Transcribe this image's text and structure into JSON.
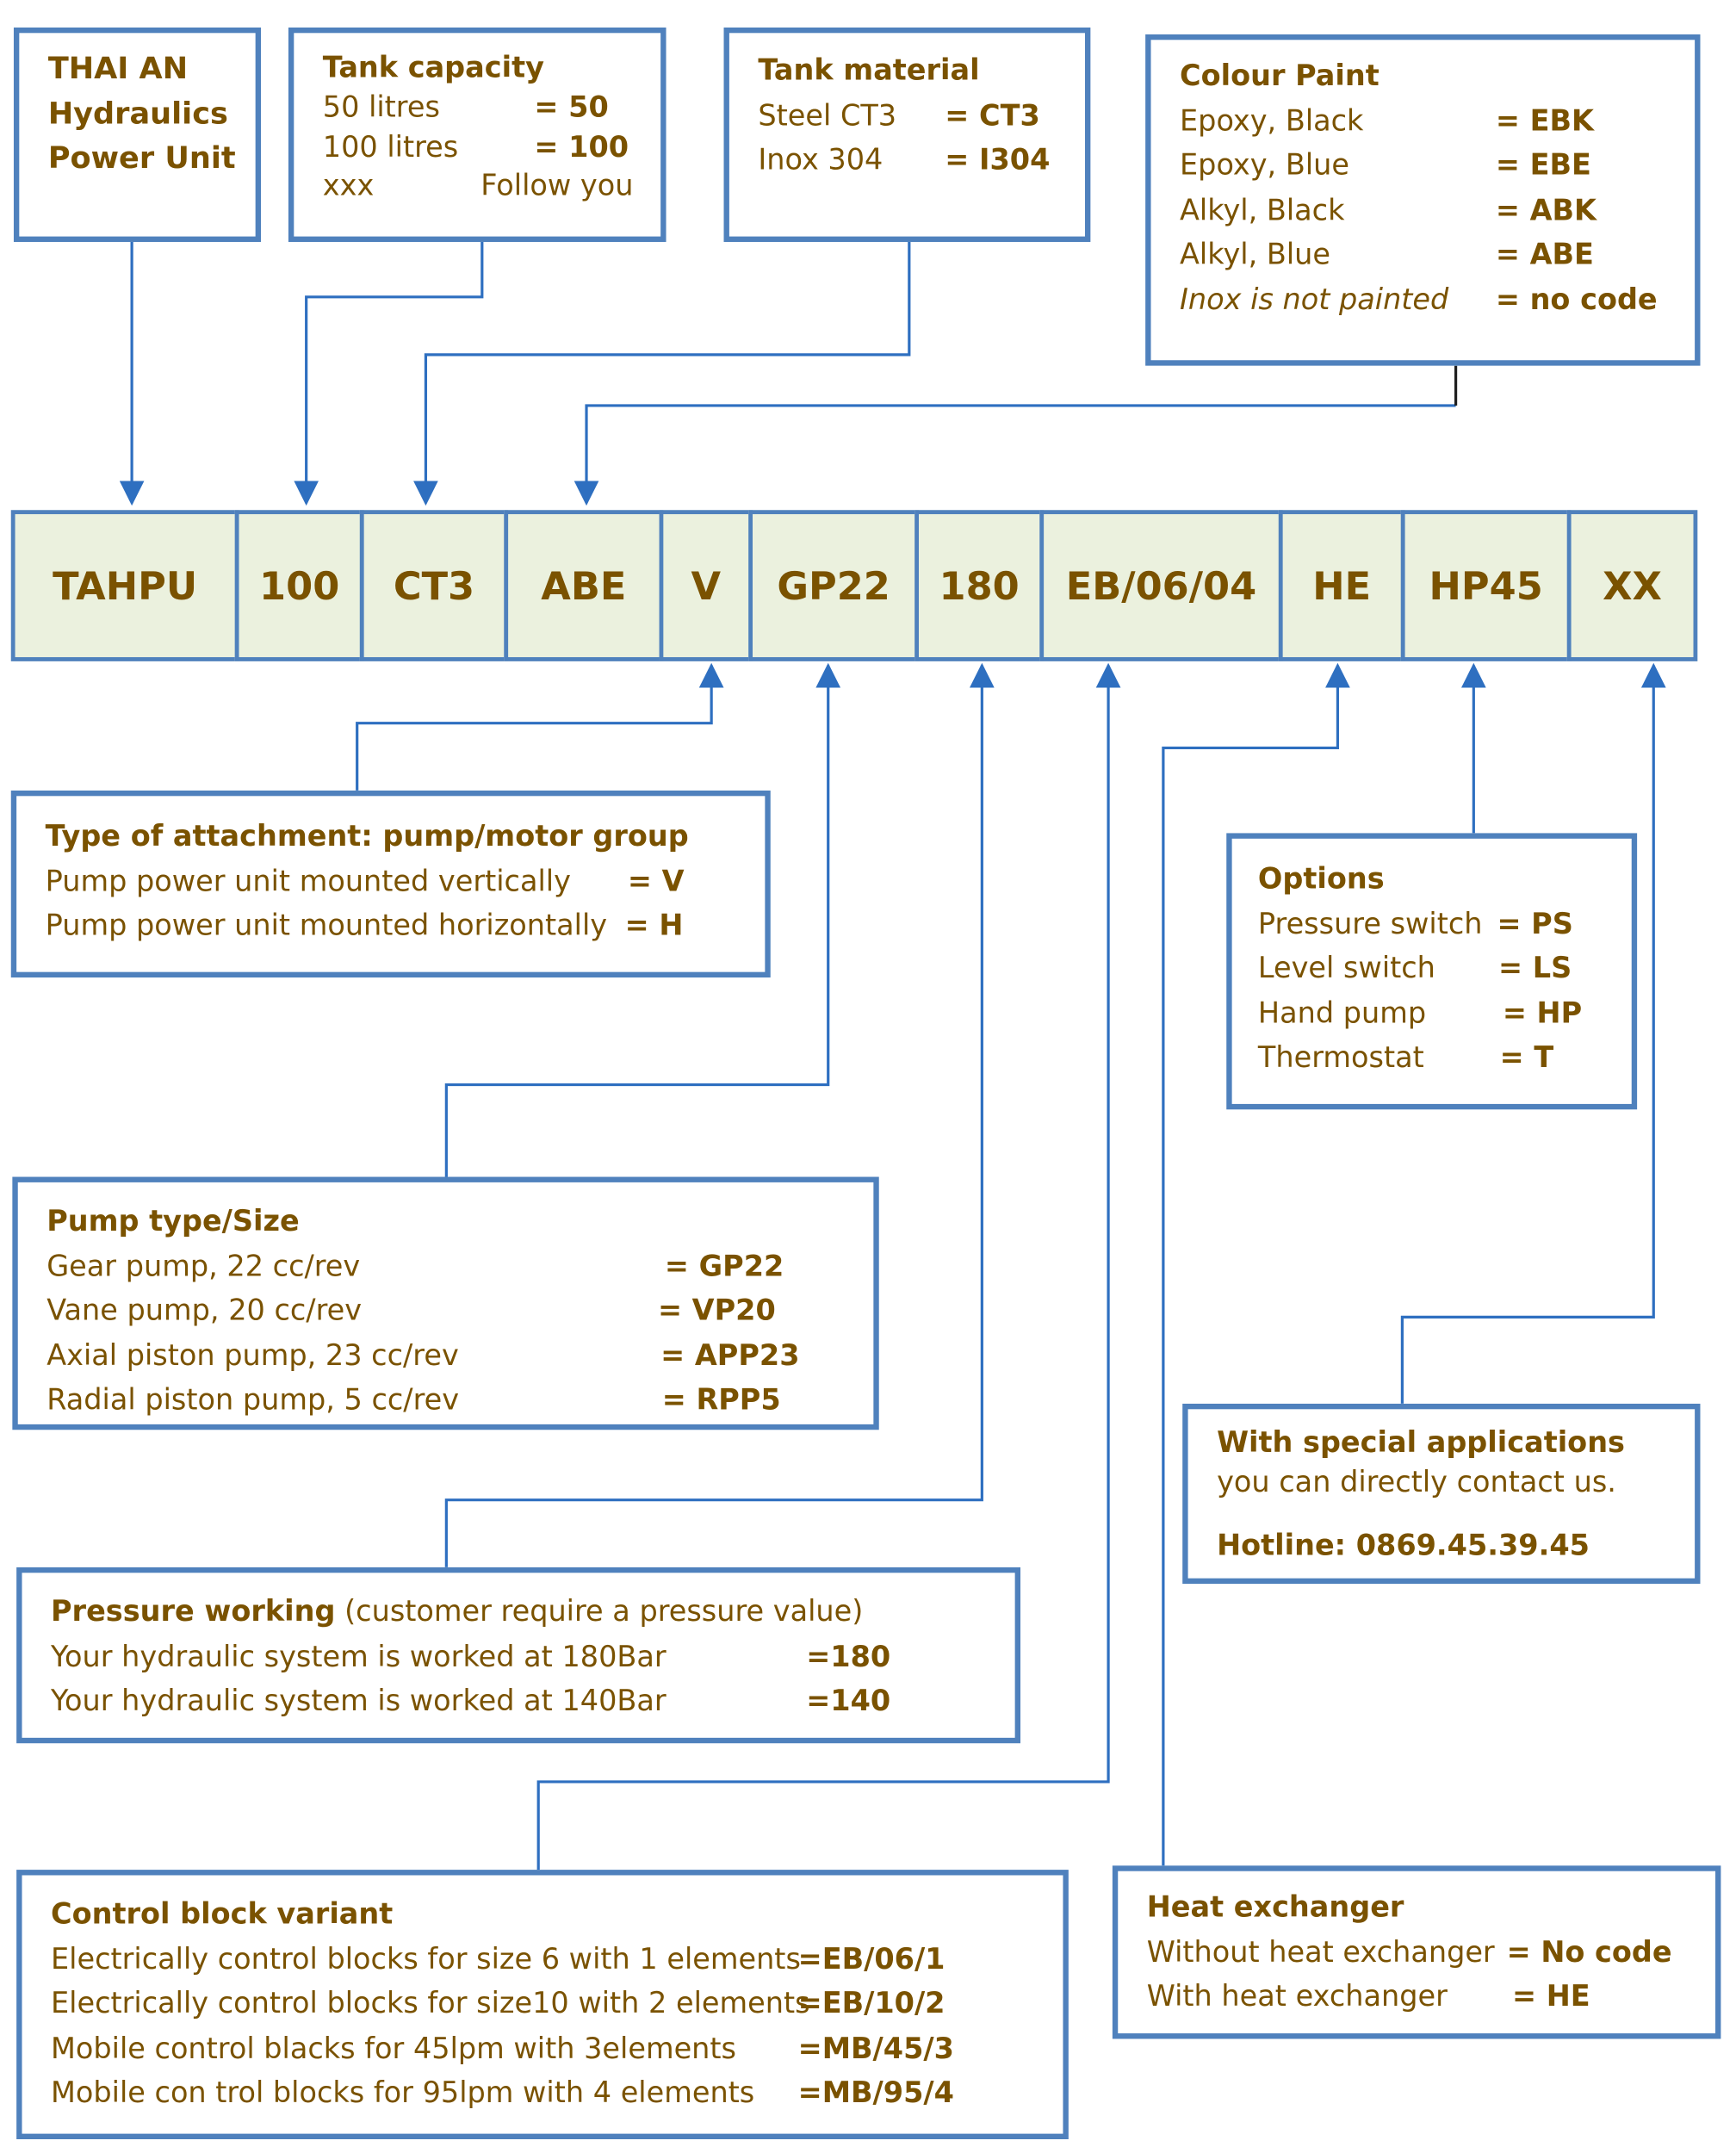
{
  "brand": {
    "lines": [
      "THAI AN",
      "Hydraulics",
      "Power Unit"
    ]
  },
  "tank_capacity": {
    "title": "Tank capacity",
    "rows": [
      {
        "label": "50 litres",
        "code": "= 50"
      },
      {
        "label": "100 litres",
        "code": "= 100"
      },
      {
        "label": "xxx",
        "code": "Follow you"
      }
    ]
  },
  "tank_material": {
    "title": "Tank material",
    "rows": [
      {
        "label": "Steel CT3",
        "code": "= CT3"
      },
      {
        "label": "Inox 304",
        "code": "= I304"
      }
    ]
  },
  "colour_paint": {
    "title": "Colour Paint",
    "rows": [
      {
        "label": "Epoxy, Black",
        "code": "= EBK"
      },
      {
        "label": "Epoxy, Blue",
        "code": "= EBE"
      },
      {
        "label": "Alkyl, Black",
        "code": "= ABK"
      },
      {
        "label": "Alkyl, Blue",
        "code": "= ABE"
      },
      {
        "label": "Inox is not painted",
        "code": "= no code"
      }
    ]
  },
  "code_bar": [
    "TAHPU",
    "100",
    "CT3",
    "ABE",
    "V",
    "GP22",
    "180",
    "EB/06/04",
    "HE",
    "HP45",
    "XX"
  ],
  "attachment": {
    "title": "Type of attachment: pump/motor group",
    "rows": [
      {
        "label": "Pump power unit mounted vertically",
        "code": "= V"
      },
      {
        "label": "Pump power unit mounted horizontally",
        "code": "= H"
      }
    ]
  },
  "options": {
    "title": "Options",
    "rows": [
      {
        "label": "Pressure switch",
        "code": "= PS"
      },
      {
        "label": "Level switch",
        "code": "= LS"
      },
      {
        "label": "Hand pump",
        "code": "= HP"
      },
      {
        "label": "Thermostat",
        "code": "= T"
      }
    ]
  },
  "pump_type": {
    "title": "Pump type/Size",
    "rows": [
      {
        "label": "Gear pump, 22 cc/rev",
        "code": "= GP22"
      },
      {
        "label": "Vane pump, 20 cc/rev",
        "code": "= VP20"
      },
      {
        "label": "Axial piston pump, 23 cc/rev",
        "code": "= APP23"
      },
      {
        "label": "Radial piston pump, 5 cc/rev",
        "code": "= RPP5"
      }
    ]
  },
  "special": {
    "title": "With special applications",
    "subtitle": "you can directly contact us.",
    "hotline": "Hotline: 0869.45.39.45"
  },
  "pressure": {
    "title": "Pressure working",
    "title_note": "(customer require a pressure value)",
    "rows": [
      {
        "label": "Your hydraulic system is worked at 180Bar",
        "code": "=180"
      },
      {
        "label": "Your hydraulic system is worked at 140Bar",
        "code": "=140"
      }
    ]
  },
  "control_block": {
    "title": "Control block variant",
    "rows": [
      {
        "label": "Electrically control blocks for size 6 with 1 elements",
        "code": "=EB/06/1"
      },
      {
        "label": "Electrically control blocks for size10 with 2 elements",
        "code": "=EB/10/2"
      },
      {
        "label": "Mobile control blacks for 45lpm with 3elements",
        "code": "=MB/45/3"
      },
      {
        "label": "Mobile con trol blocks for 95lpm with 4 elements",
        "code": "=MB/95/4"
      }
    ]
  },
  "heat_exchanger": {
    "title": "Heat exchanger",
    "rows": [
      {
        "label": "Without heat exchanger",
        "code": "= No code"
      },
      {
        "label": "With heat exchanger",
        "code": "= HE"
      }
    ]
  },
  "colors": {
    "border": "#4f81bd",
    "text": "#7a5200",
    "cell_fill": "#ebf1de",
    "line_dark": "#1f1f1f"
  }
}
